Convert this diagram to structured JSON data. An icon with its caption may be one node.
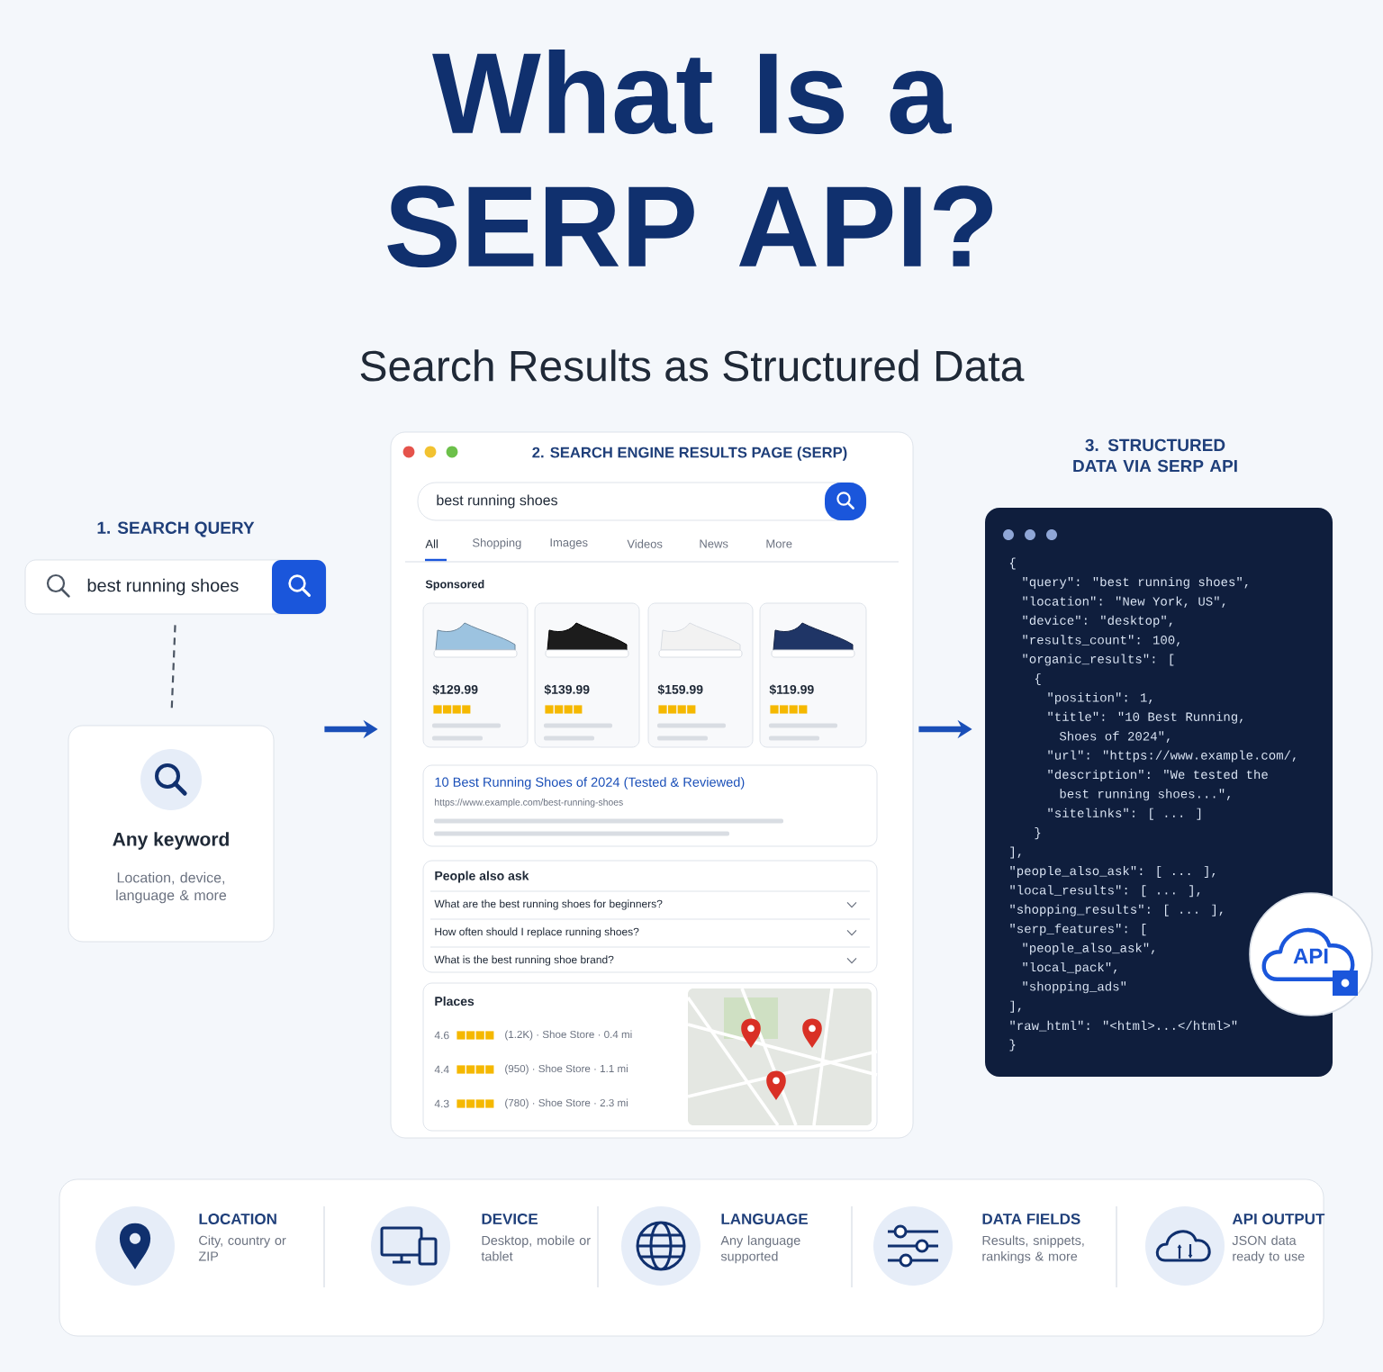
{
  "diagram": {
    "title": "What Is a SERP API?",
    "nodes": [
      {
        "text": [
          "1. SEARCH QUERY",
          "best running shoes"
        ]
      },
      {
        "text": [
          "Any keyword",
          "Location, device, language & more"
        ]
      },
      {
        "text": [
          "2. SEARCH ENGINE RESULTS PAGE (SERP)",
          "All",
          "Shopping",
          "Images",
          "Videos",
          "News",
          "More",
          "Sponsored"
        ]
      },
      {
        "text": [
          "best running shoes"
        ],
        "in": 2
      },
      {
        "text": [
          "$129.99"
        ],
        "in": 2
      },
      {
        "text": [
          "$139.99"
        ],
        "in": 2
      },
      {
        "text": [
          "$159.99"
        ],
        "in": 2
      },
      {
        "text": [
          "$119.99"
        ],
        "in": 2
      },
      {
        "text": [
          "10 Best Running Shoes of 2024 (Tested & Reviewed)",
          "https://www.example.com/best-running-shoes"
        ],
        "in": 2
      },
      {
        "text": [
          "People also ask",
          "What are the best running shoes for beginners?",
          "How often should I replace running shoes?",
          "What is the best running shoe brand?"
        ],
        "in": 2
      },
      {
        "text": [
          "Places",
          "4.6",
          "(1.2K) · Shoe Store · 0.4 mi",
          "4.4",
          "(950) · Shoe Store · 1.1 mi",
          "4.3",
          "(780) · Shoe Store · 2.3 mi"
        ],
        "in": 2
      },
      {
        "text": [
          "3. STRUCTURED DATA VIA SERP API",
          "{",
          "\"query\": \"best running shoes\",",
          "\"location\": \"New York, US\",",
          "\"device\": \"desktop\",",
          "\"results_count\": 100,",
          "\"organic_results\": [",
          "{",
          "\"position\": 1,",
          "\"title\": \"10 Best Running,",
          "Shoes of 2024\",",
          "\"url\": \"https://www.example.com/,",
          "\"description\": \"We tested the",
          "best running shoes...\",",
          "\"sitelinks\": [ ... ]",
          "}",
          "],",
          "\"people_also_ask\": [ ... ],",
          "\"local_results\": [ ... ],",
          "\"shopping_results\": [ ... ],",
          "\"serp_features\": [",
          "\"people_also_ask\",",
          "\"local_pack\",",
          "\"shopping_ads\"",
          "],",
          "\"raw_html\": \"<html>...</html>\"",
          "}"
        ]
      },
      {
        "text": [
          "API"
        ]
      }
    ],
    "edges": [
      {
        "from": 0,
        "to": 1,
        "arrow": "none",
        "style": "dashed"
      },
      {
        "from": 1,
        "to": 2,
        "arrow": "to"
      },
      {
        "from": 2,
        "to": 11,
        "arrow": "to"
      }
    ],
    "labels": [
      "Search Results as Structured Data",
      "LOCATION",
      "City, country or ZIP",
      "DEVICE",
      "Desktop, mobile or tablet",
      "LANGUAGE",
      "Any language supported",
      "DATA FIELDS",
      "Results, snippets, rankings & more",
      "API OUTPUT",
      "JSON data ready to use"
    ]
  }
}
